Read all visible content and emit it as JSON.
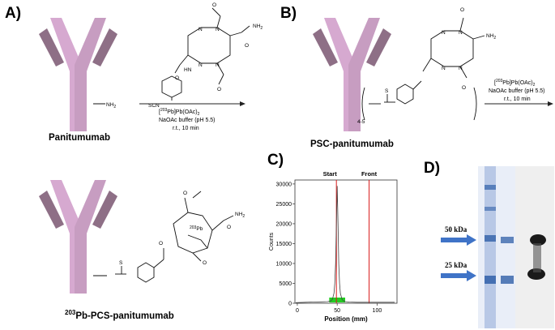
{
  "panels": {
    "A": {
      "letter": "A)",
      "reagent_label": "SCN",
      "nh2_label": "NH",
      "nh2_sub": "2",
      "caption": "Panitumumab",
      "conditions": {
        "line1_pre": "[",
        "line1_sup": "203",
        "line1_post": "Pb]Pb(OAc)",
        "line1_sub": "2",
        "line2": "NaOAc buffer (pH 5.5)",
        "line3": "r.t., 10 min"
      }
    },
    "B": {
      "letter": "B)",
      "caption": "PSC-panitumumab",
      "multiplier": "4-5",
      "conditions": {
        "line1_pre": "[",
        "line1_sup": "203",
        "line1_post": "Pb]Pb(OAc)",
        "line1_sub": "2",
        "line2": "NaOAc buffer (pH 5.5)",
        "line3": "r.t., 10 min"
      }
    },
    "bottom": {
      "caption_sup": "203",
      "caption_main": "Pb-PCS-panitumumab",
      "pb_sup": "203",
      "pb_label": "Pb"
    },
    "C": {
      "letter": "C)",
      "start_label": "Start",
      "front_label": "Front"
    },
    "D": {
      "letter": "D)",
      "marker_50": "50 kDa",
      "marker_25": "25 kDa"
    }
  },
  "atoms": {
    "O": "O",
    "N": "N",
    "H": "H",
    "S": "S",
    "NH2": "NH"
  },
  "colors": {
    "antibody": "#d6a9d0",
    "antibody_dark": "#8e6f86",
    "green_band": "#22cc22",
    "red_line": "#d81b1b",
    "arrow_blue": "#3f73c7",
    "gel_blue": "#2f5fa8"
  },
  "chart_data": {
    "type": "line",
    "title": "",
    "xlabel": "Position (mm)",
    "ylabel": "Counts",
    "xlim": [
      -3,
      125
    ],
    "ylim": [
      0,
      31000
    ],
    "xticks": [
      0,
      50,
      100
    ],
    "yticks": [
      0,
      5000,
      10000,
      15000,
      20000,
      25000,
      30000
    ],
    "series": [
      {
        "x": [
          -2,
          10,
          20,
          30,
          38,
          42,
          44,
          46,
          47,
          48,
          49,
          50,
          51,
          52,
          53,
          54,
          56,
          58,
          60,
          65,
          75,
          90,
          110,
          122
        ],
        "values": [
          150,
          250,
          300,
          350,
          400,
          600,
          1000,
          2500,
          5000,
          10000,
          20000,
          29500,
          20000,
          10000,
          5000,
          2500,
          1000,
          600,
          400,
          300,
          250,
          250,
          250,
          250
        ]
      }
    ],
    "annotations": [
      {
        "label": "Start",
        "x": 49
      },
      {
        "label": "Front",
        "x": 90
      }
    ],
    "highlight_band": [
      40,
      60
    ]
  }
}
